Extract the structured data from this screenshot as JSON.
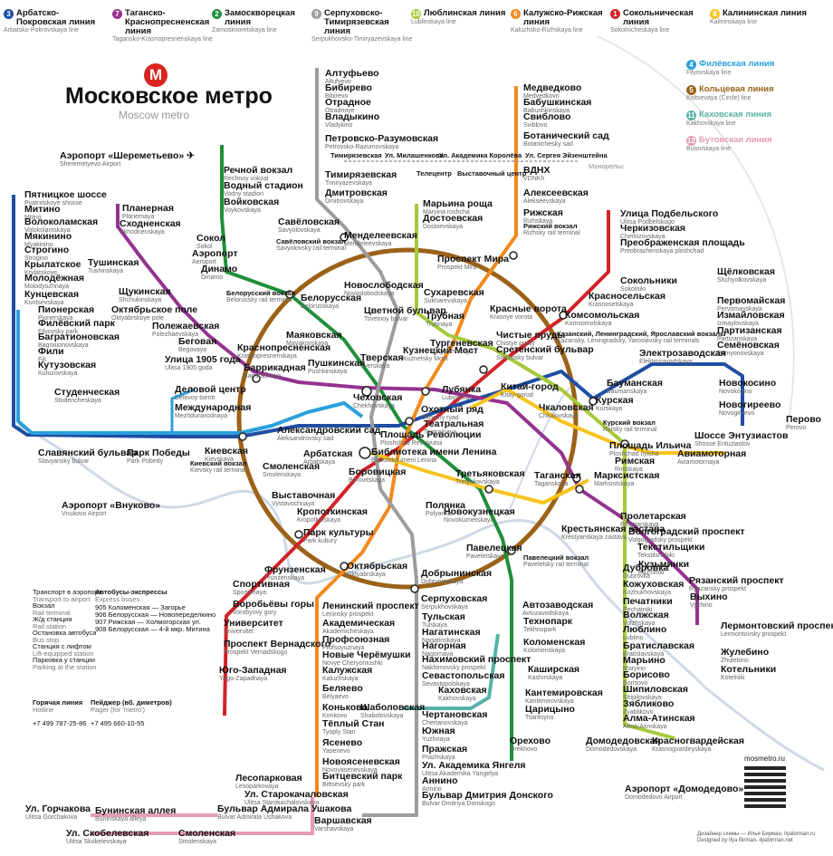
{
  "title": "Московское метро",
  "subtitle": "Moscow metro",
  "logo_letter": "М",
  "site": "mosmetro.ru",
  "line_headers": [
    {
      "num": "3",
      "name": "Арбатско-Покровская линия",
      "sub": "Arbatsko-Pokrovskaya line",
      "color": "#1f4ea3"
    },
    {
      "num": "7",
      "name": "Таганско-Краснопресненская линия",
      "sub": "Taganskо-Krasnopresnenskaya line",
      "color": "#94338e"
    },
    {
      "num": "2",
      "name": "Замоскворецкая линия",
      "sub": "Zamoskvoretskaya line",
      "color": "#1f8f3a"
    },
    {
      "num": "9",
      "name": "Серпуховско-Тимирязевская линия",
      "sub": "Serpukhovsko-Timiryazevskaya line",
      "color": "#9c9c9c"
    },
    {
      "num": "10",
      "name": "Люблинская линия",
      "sub": "Lublinskaya line",
      "color": "#a6c93a"
    },
    {
      "num": "6",
      "name": "Калужско-Рижская линия",
      "sub": "Kaluzhsko-Rizhskaya line",
      "color": "#f28a1e"
    },
    {
      "num": "1",
      "name": "Сокольническая линия",
      "sub": "Sokolnicheskaya line",
      "color": "#d22328"
    },
    {
      "num": "8",
      "name": "Калининская линия",
      "sub": "Kalininskaya line",
      "color": "#f7c41e"
    }
  ],
  "legend_lines": [
    {
      "num": "4",
      "name": "Филёвская линия",
      "sub": "Filyovskaya line",
      "color": "#2aa0dc"
    },
    {
      "num": "5",
      "name": "Кольцевая линия",
      "sub": "Koltsevaya (Circle) line",
      "color": "#9b6218"
    },
    {
      "num": "11",
      "name": "Каховская линия",
      "sub": "Kakhovskaya line",
      "color": "#58b2a7"
    },
    {
      "num": "12",
      "name": "Бутовская линия",
      "sub": "Butovskaya line",
      "color": "#e69bb7"
    }
  ],
  "legend_symbols": [
    {
      "ru": "Транспорт в аэропорт",
      "en": "Transport to airport"
    },
    {
      "ru": "Вокзал",
      "en": "Rail terminal"
    },
    {
      "ru": "Ж/д станция",
      "en": "Rail station"
    },
    {
      "ru": "Остановка автобуса",
      "en": "Bus stop"
    },
    {
      "ru": "Станция с лифтом",
      "en": "Lift-equipped station"
    },
    {
      "ru": "Парковка у станции",
      "en": "Parking at the station"
    }
  ],
  "legend_bus": [
    "Автобусы-экспрессы",
    "Express buses",
    "905 Коломенская — Загорье",
    "906 Белорусская — Новопеределкино",
    "907 Рижская — Холмогорская ул.",
    "908 Белорусская — 4-й мкр. Митина"
  ],
  "hotline": {
    "ru": "Горячая линия",
    "en": "Hotline",
    "phone": "+7 499 787-25-86"
  },
  "pager": {
    "ru": "Пейджер (вб. диметров)",
    "en": "Pager (for 'metro')",
    "phone": "+7 495 660-10-55"
  },
  "credits": [
    "Дизайнер схемы — Илья Бирман, ilyabirman.ru",
    "Designed by Ilya Birman, ilyabirman.net"
  ],
  "stations": [
    {
      "ru": "Пятницкое шоссе",
      "en": "Pyatnitskoye shosse"
    },
    {
      "ru": "Митино",
      "en": "Mitino"
    },
    {
      "ru": "Волоколамская",
      "en": "Volokolamskaya"
    },
    {
      "ru": "Мякинино",
      "en": "Myakinino"
    },
    {
      "ru": "Строгино",
      "en": "Strogino"
    },
    {
      "ru": "Крылатское",
      "en": "Krylatskoye"
    },
    {
      "ru": "Молодёжная",
      "en": "Molodyozhnaya"
    },
    {
      "ru": "Кунцевская",
      "en": "Kuntsevskaya"
    },
    {
      "ru": "Пионерская",
      "en": "Pionerskaya"
    },
    {
      "ru": "Филёвский парк",
      "en": "Filyovsky park"
    },
    {
      "ru": "Багратионовская",
      "en": "Bagrationovskaya"
    },
    {
      "ru": "Фили",
      "en": "Fili"
    },
    {
      "ru": "Кутузовская",
      "en": "Kutuzovskaya"
    },
    {
      "ru": "Студенческая",
      "en": "Studencheskaya"
    },
    {
      "ru": "Славянский бульвар",
      "en": "Slavyansky bulvar"
    },
    {
      "ru": "Парк Победы",
      "en": "Park Pobedy"
    },
    {
      "ru": "Киевская",
      "en": "Kievskaya"
    },
    {
      "ru": "Смоленская",
      "en": "Smolenskaya"
    },
    {
      "ru": "Арбатская",
      "en": "Arbatskaya"
    },
    {
      "ru": "Александровский сад",
      "en": "Aleksandrovsky sad"
    },
    {
      "ru": "Библиотека имени Ленина",
      "en": "Biblioteka imeni Lenina"
    },
    {
      "ru": "Боровицкая",
      "en": "Borovitskaya"
    },
    {
      "ru": "Площадь Революции",
      "en": "Ploshchad Revolyutsii"
    },
    {
      "ru": "Охотный ряд",
      "en": "Okhotny ryad"
    },
    {
      "ru": "Театральная",
      "en": "Teatralnaya"
    },
    {
      "ru": "Лубянка",
      "en": "Lubyanka"
    },
    {
      "ru": "Кузнецкий Мост",
      "en": "Kuznetsky Most"
    },
    {
      "ru": "Чистые пруды",
      "en": "Chistye prudy"
    },
    {
      "ru": "Тургеневская",
      "en": "Turgenevskaya"
    },
    {
      "ru": "Сретенский бульвар",
      "en": "Sretensky bulvar"
    },
    {
      "ru": "Китай-город",
      "en": "Kitay-gorod"
    },
    {
      "ru": "Тверская",
      "en": "Tverskaya"
    },
    {
      "ru": "Пушкинская",
      "en": "Pushkinskaya"
    },
    {
      "ru": "Чеховская",
      "en": "Chekhovskaya"
    },
    {
      "ru": "Маяковская",
      "en": "Mayakovskaya"
    },
    {
      "ru": "Белорусская",
      "en": "Belorusskaya"
    },
    {
      "ru": "Новослободская",
      "en": "Novoslobodskaya"
    },
    {
      "ru": "Менделеевская",
      "en": "Mendeleevskaya"
    },
    {
      "ru": "Цветной бульвар",
      "en": "Tsvetnoy bulvar"
    },
    {
      "ru": "Трубная",
      "en": "Trubnaya"
    },
    {
      "ru": "Сухаревская",
      "en": "Sukharevskaya"
    },
    {
      "ru": "Проспект Мира",
      "en": "Prospekt Mira"
    },
    {
      "ru": "Комсомольская",
      "en": "Komsomolskaya"
    },
    {
      "ru": "Красные ворота",
      "en": "Krasnye vorota"
    },
    {
      "ru": "Курская",
      "en": "Kurskaya"
    },
    {
      "ru": "Чкаловская",
      "en": "Chkalovskaya"
    },
    {
      "ru": "Таганская",
      "en": "Taganskaya"
    },
    {
      "ru": "Марксистская",
      "en": "Marksistskaya"
    },
    {
      "ru": "Павелецкая",
      "en": "Paveletskaya"
    },
    {
      "ru": "Новокузнецкая",
      "en": "Novokuznetskaya"
    },
    {
      "ru": "Третьяковская",
      "en": "Tretyakovskaya"
    },
    {
      "ru": "Полянка",
      "en": "Polyanka"
    },
    {
      "ru": "Добрынинская",
      "en": "Dobryninskaya"
    },
    {
      "ru": "Серпуховская",
      "en": "Serpukhovskaya"
    },
    {
      "ru": "Октябрьская",
      "en": "Oktyabrskaya"
    },
    {
      "ru": "Парк культуры",
      "en": "Park kultury"
    },
    {
      "ru": "Кропоткинская",
      "en": "Kropotkinskaya"
    },
    {
      "ru": "Фрунзенская",
      "en": "Frunzenskaya"
    },
    {
      "ru": "Спортивная",
      "en": "Sportivnaya"
    },
    {
      "ru": "Воробьёвы горы",
      "en": "Vorobyovy gory"
    },
    {
      "ru": "Университет",
      "en": "Universitet"
    },
    {
      "ru": "Проспект Вернадского",
      "en": "Prospekt Vernadskogo"
    },
    {
      "ru": "Юго-Западная",
      "en": "Yugo-Zapadnaya"
    },
    {
      "ru": "Краснопресненская",
      "en": "Krasnopresnenskaya"
    },
    {
      "ru": "Баррикадная",
      "en": "Barrikadnaya"
    },
    {
      "ru": "Улица 1905 года",
      "en": "Ulitsa 1905 goda"
    },
    {
      "ru": "Беговая",
      "en": "Begovaya"
    },
    {
      "ru": "Полежаевская",
      "en": "Polezhaevskaya"
    },
    {
      "ru": "Октябрьское поле",
      "en": "Oktyabrskoye pole"
    },
    {
      "ru": "Щукинская",
      "en": "Shchukinskaya"
    },
    {
      "ru": "Тушинская",
      "en": "Tushinskaya"
    },
    {
      "ru": "Сходненская",
      "en": "Skhodnenskaya"
    },
    {
      "ru": "Планерная",
      "en": "Planernaya"
    },
    {
      "ru": "Речной вокзал",
      "en": "Rechnoy vokzal"
    },
    {
      "ru": "Водный стадион",
      "en": "Vodny stadion"
    },
    {
      "ru": "Войковская",
      "en": "Voykovskaya"
    },
    {
      "ru": "Сокол",
      "en": "Sokol"
    },
    {
      "ru": "Аэропорт",
      "en": "Aeroport"
    },
    {
      "ru": "Динамо",
      "en": "Dinamo"
    },
    {
      "ru": "Савёловская",
      "en": "Savyolovskaya"
    },
    {
      "ru": "Дмитровская",
      "en": "Dmitrovskaya"
    },
    {
      "ru": "Тимирязевская",
      "en": "Timiryazevskaya"
    },
    {
      "ru": "Петровско-Разумовская",
      "en": "Petrovsko-Razumovskaya"
    },
    {
      "ru": "Владыкино",
      "en": "Vladykino"
    },
    {
      "ru": "Отрадное",
      "en": "Otradnoye"
    },
    {
      "ru": "Бибирево",
      "en": "Bibirevo"
    },
    {
      "ru": "Алтуфьево",
      "en": "Altufyevo"
    },
    {
      "ru": "Марьина роща",
      "en": "Maryina roshcha"
    },
    {
      "ru": "Достоевская",
      "en": "Dostoevskaya"
    },
    {
      "ru": "Медведково",
      "en": "Medvedkovo"
    },
    {
      "ru": "Бабушкинская",
      "en": "Babushkinskaya"
    },
    {
      "ru": "Свиблово",
      "en": "Sviblovo"
    },
    {
      "ru": "Ботанический сад",
      "en": "Botanichesky sad"
    },
    {
      "ru": "ВДНХ",
      "en": "VDNKh"
    },
    {
      "ru": "Алексеевская",
      "en": "Alekseevskaya"
    },
    {
      "ru": "Рижская",
      "en": "Rizhskaya"
    },
    {
      "ru": "Улица Подбельского",
      "en": "Ulitsa Podbelskogo"
    },
    {
      "ru": "Черкизовская",
      "en": "Cherkizovskaya"
    },
    {
      "ru": "Преображенская площадь",
      "en": "Preobrazhenskaya ploshchad"
    },
    {
      "ru": "Сокольники",
      "en": "Sokolniki"
    },
    {
      "ru": "Красносельская",
      "en": "Krasnoselskaya"
    },
    {
      "ru": "Щёлковская",
      "en": "Shchyolkovskaya"
    },
    {
      "ru": "Первомайская",
      "en": "Pervomayskaya"
    },
    {
      "ru": "Измайловская",
      "en": "Izmaylovskaya"
    },
    {
      "ru": "Партизанская",
      "en": "Partizanskaya"
    },
    {
      "ru": "Семёновская",
      "en": "Semyonovskaya"
    },
    {
      "ru": "Электрозаводская",
      "en": "Elektrozavodskaya"
    },
    {
      "ru": "Бауманская",
      "en": "Baumanskaya"
    },
    {
      "ru": "Новокосино",
      "en": "Novokosino"
    },
    {
      "ru": "Новогиреево",
      "en": "Novogireevo"
    },
    {
      "ru": "Перово",
      "en": "Perovo"
    },
    {
      "ru": "Шоссе Энтузиастов",
      "en": "Shosse Entuziastov"
    },
    {
      "ru": "Авиамоторная",
      "en": "Aviamotornaya"
    },
    {
      "ru": "Площадь Ильича",
      "en": "Ploshchad Ilyicha"
    },
    {
      "ru": "Римская",
      "en": "Rimskaya"
    },
    {
      "ru": "Пролетарская",
      "en": "Proletarskaya"
    },
    {
      "ru": "Крестьянская застава",
      "en": "Krestyanskaya zastava"
    },
    {
      "ru": "Волгоградский проспект",
      "en": "Volgogradsky prospekt"
    },
    {
      "ru": "Текстильщики",
      "en": "Tekstilshchiki"
    },
    {
      "ru": "Кузьминки",
      "en": "Kuzminki"
    },
    {
      "ru": "Рязанский проспект",
      "en": "Ryazansky prospekt"
    },
    {
      "ru": "Выхино",
      "en": "Vykhino"
    },
    {
      "ru": "Лермонтовский проспект",
      "en": "Lermontovsky prospekt"
    },
    {
      "ru": "Жулебино",
      "en": "Zhulebino"
    },
    {
      "ru": "Котельники",
      "en": "Kotelniki"
    },
    {
      "ru": "Дубровка",
      "en": "Dubrovka"
    },
    {
      "ru": "Кожуховская",
      "en": "Kozhukhovskaya"
    },
    {
      "ru": "Печатники",
      "en": "Pechatniki"
    },
    {
      "ru": "Волжская",
      "en": "Volzhskaya"
    },
    {
      "ru": "Люблино",
      "en": "Lublino"
    },
    {
      "ru": "Братиславская",
      "en": "Bratislavskaya"
    },
    {
      "ru": "Марьино",
      "en": "Maryino"
    },
    {
      "ru": "Борисово",
      "en": "Borisovo"
    },
    {
      "ru": "Шипиловская",
      "en": "Shipilovskaya"
    },
    {
      "ru": "Зябликово",
      "en": "Zyablikovo"
    },
    {
      "ru": "Алма-Атинская",
      "en": "Alma-Atinskaya"
    },
    {
      "ru": "Красногвардейская",
      "en": "Krasnogvardeyskaya"
    },
    {
      "ru": "Домодедовская",
      "en": "Domodedovskaya"
    },
    {
      "ru": "Орехово",
      "en": "Orekhovo"
    },
    {
      "ru": "Царицыно",
      "en": "Tsaritsyno"
    },
    {
      "ru": "Кантемировская",
      "en": "Kantemirovskaya"
    },
    {
      "ru": "Каширская",
      "en": "Kashirskaya"
    },
    {
      "ru": "Коломенская",
      "en": "Kolomenskaya"
    },
    {
      "ru": "Технопарк",
      "en": "Tekhnopark"
    },
    {
      "ru": "Автозаводская",
      "en": "Avtozavodskaya"
    },
    {
      "ru": "Тульская",
      "en": "Tulskaya"
    },
    {
      "ru": "Нагатинская",
      "en": "Nagatinskaya"
    },
    {
      "ru": "Нагорная",
      "en": "Nagornaya"
    },
    {
      "ru": "Нахимовский проспект",
      "en": "Nakhimovsky prospekt"
    },
    {
      "ru": "Севастопольская",
      "en": "Sevastopolskaya"
    },
    {
      "ru": "Чертановская",
      "en": "Chertanovskaya"
    },
    {
      "ru": "Южная",
      "en": "Yuzhnaya"
    },
    {
      "ru": "Пражская",
      "en": "Prazhskaya"
    },
    {
      "ru": "Ул. Академика Янгеля",
      "en": "Ulitsa Akademika Yangelya"
    },
    {
      "ru": "Аннино",
      "en": "Annino"
    },
    {
      "ru": "Бульвар Дмитрия Донского",
      "en": "Bulvar Dmitriya Donskogo"
    },
    {
      "ru": "Варшавская",
      "en": "Varshavskaya"
    },
    {
      "ru": "Каховская",
      "en": "Kakhovskaya"
    },
    {
      "ru": "Шаболовская",
      "en": "Shabolovskaya"
    },
    {
      "ru": "Ленинский проспект",
      "en": "Leninsky prospekt"
    },
    {
      "ru": "Академическая",
      "en": "Akademicheskaya"
    },
    {
      "ru": "Профсоюзная",
      "en": "Profsoyuznaya"
    },
    {
      "ru": "Новые Черёмушки",
      "en": "Novye Cheryomushki"
    },
    {
      "ru": "Калужская",
      "en": "Kaluzhskaya"
    },
    {
      "ru": "Беляево",
      "en": "Belyaevo"
    },
    {
      "ru": "Коньково",
      "en": "Konkovo"
    },
    {
      "ru": "Тёплый Стан",
      "en": "Tyoply Stan"
    },
    {
      "ru": "Ясенево",
      "en": "Yasenevo"
    },
    {
      "ru": "Новоясеневская",
      "en": "Novoyasenevskaya"
    },
    {
      "ru": "Битцевский парк",
      "en": "Bittsevsky park"
    },
    {
      "ru": "Лесопарковая",
      "en": "Lesoparkovaya"
    },
    {
      "ru": "Ул. Старокачаловская",
      "en": "Ulitsa Starokachalovskaya"
    },
    {
      "ru": "Бульвар Адмирала Ушакова",
      "en": "Bulvar Admirala Ushakova"
    },
    {
      "ru": "Бунинская аллея",
      "en": "Buninskaya alleya"
    },
    {
      "ru": "Ул. Горчакова",
      "en": "Ulitsa Gorchakova"
    },
    {
      "ru": "Ул. Скобелевская",
      "en": "Ulitsa Skobelevskaya"
    },
    {
      "ru": "Смоленская",
      "en": "Smolenskaya"
    },
    {
      "ru": "Выставочная",
      "en": "Vystavochnaya"
    },
    {
      "ru": "Международная",
      "en": "Mezhdunarodnaya"
    },
    {
      "ru": "Деловой центр",
      "en": "Delovoy tsentr"
    }
  ],
  "airports": [
    {
      "ru": "Аэропорт «Шереметьево»",
      "en": "Sheremetyevo Airport"
    },
    {
      "ru": "Аэропорт «Внуково»",
      "en": "Vnukovo Airport"
    },
    {
      "ru": "Аэропорт «Домодедово»",
      "en": "Domodedovo Airport"
    }
  ],
  "monorail": [
    {
      "ru": "Тимирязевская",
      "en": "Timiryazevskaya"
    },
    {
      "ru": "Ул. Милашенкова",
      "en": "Ulitsa Milashenkova"
    },
    {
      "ru": "Телецентр",
      "en": "Teletsentr"
    },
    {
      "ru": "Ул. Академика Королёва",
      "en": "Ulitsa Akademika Korolyova"
    },
    {
      "ru": "Выставочный центр",
      "en": "Vystavochny tsentr"
    },
    {
      "ru": "Ул. Сергея Эйзенштейна",
      "en": "Ulitsa Sergeya Eyzenshteyna"
    },
    {
      "ru": "Монорельс",
      "en": "Monorail"
    }
  ],
  "terminals": [
    {
      "ru": "Савёловский вокзал",
      "en": "Savyolovsky rail terminal"
    },
    {
      "ru": "Белорусский вокзал",
      "en": "Belorussky rail terminal"
    },
    {
      "ru": "Рижский вокзал",
      "en": "Rizhsky rail terminal"
    },
    {
      "ru": "Казанский, Ленинградский, Ярославский вокзалы",
      "en": "Kazansky, Leningradsky, Yaroslavsky rail terminals"
    },
    {
      "ru": "Курский вокзал",
      "en": "Kursky rail terminal"
    },
    {
      "ru": "Павелецкий вокзал",
      "en": "Paveletsky rail terminal"
    },
    {
      "ru": "Киевский вокзал",
      "en": "Kievsky rail terminal"
    }
  ]
}
